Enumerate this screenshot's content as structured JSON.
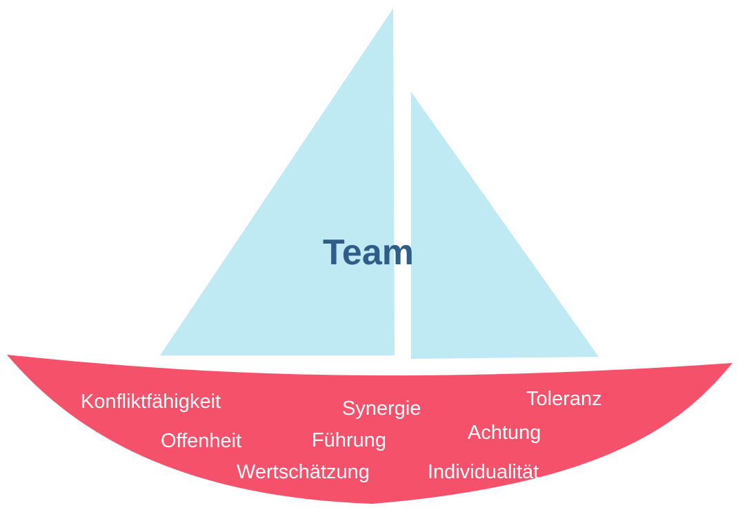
{
  "title": "Team",
  "values": [
    "Konfliktfähigkeit",
    "Synergie",
    "Toleranz",
    "Offenheit",
    "Führung",
    "Achtung",
    "Wertschätzung",
    "Individualität"
  ],
  "colors": {
    "sail": "#bfeaf3",
    "hull": "#f5516b",
    "title": "#2f5d8a",
    "label": "#ffffff",
    "background": "#ffffff"
  }
}
